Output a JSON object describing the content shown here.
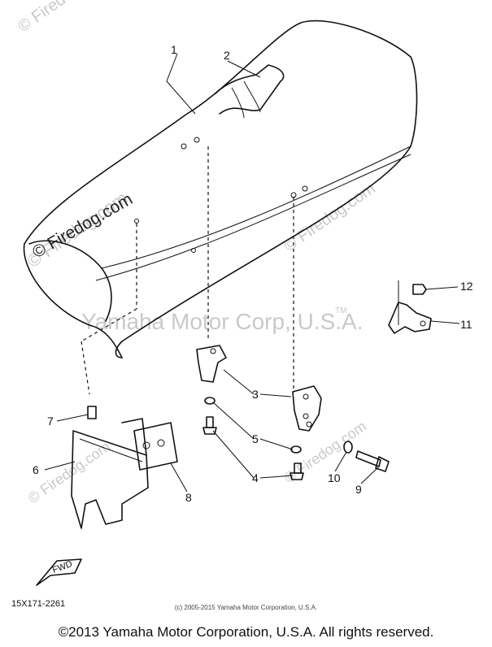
{
  "watermarks": {
    "brand_short": "© Firedog.com",
    "brand_plain": "Firedog.com",
    "center": "Yamaha Motor Corp, U.S.A.",
    "tm": "TM"
  },
  "callouts": [
    "1",
    "2",
    "3",
    "4",
    "5",
    "6",
    "7",
    "8",
    "9",
    "10",
    "11",
    "12"
  ],
  "fwd_label": "FWD",
  "diagram_code": "15X171-2261",
  "copyright_small": "(c) 2005-2015 Yamaha Motor Corporation, U.S.A.",
  "copyright_main": "©2013 Yamaha Motor Corporation, U.S.A. All rights reserved."
}
